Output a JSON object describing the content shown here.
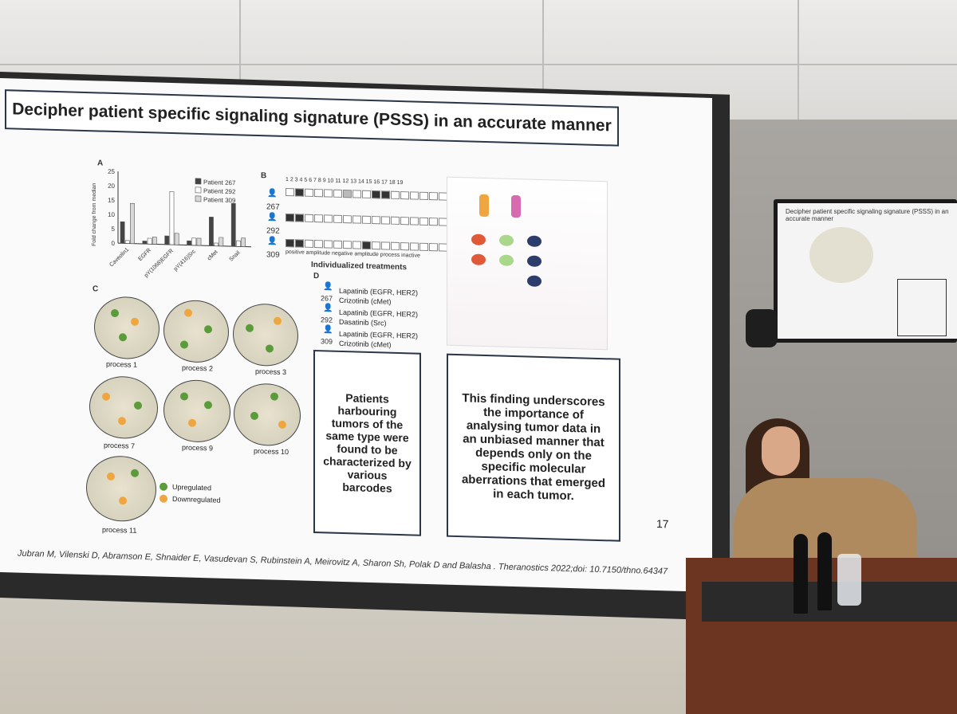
{
  "slide": {
    "title": "Decipher patient specific signaling signature (PSSS) in an accurate manner",
    "panel_a_label": "A",
    "panel_b_label": "B",
    "panel_c_label": "C",
    "panel_d_label": "D",
    "ylabel": "Fold change from median",
    "legend": [
      "Patient 267",
      "Patient 292",
      "Patient 309"
    ],
    "patients": [
      "267",
      "292",
      "309"
    ],
    "columns_label": "1 2 3 4 5 6 7 8 9 10 11 12 13 14 15 16 17 18 19",
    "amplitude_legend": "positive amplitude    negative amplitude    process inactive",
    "individualized_title": "Individualized treatments",
    "treatments": [
      {
        "patient": "267",
        "line1": "Lapatinib (EGFR, HER2)",
        "line2": "Crizotinib (cMet)"
      },
      {
        "patient": "292",
        "line1": "Lapatinib (EGFR, HER2)",
        "line2": "Dasatinib (Src)"
      },
      {
        "patient": "309",
        "line1": "Lapatinib (EGFR, HER2)",
        "line2": "Crizotinib (cMet)"
      }
    ],
    "processes": [
      "process 1",
      "process 2",
      "process 3",
      "process 7",
      "process 9",
      "process 10",
      "process 11"
    ],
    "network_legend": {
      "up": "Upregulated",
      "down": "Downregulated"
    },
    "box_left": "Patients harbouring tumors of the same type were found to be characterized by various barcodes",
    "box_right": "This finding underscores the importance of analysing tumor data in an unbiased manner that depends only on the specific molecular aberrations that emerged in each tumor.",
    "page_number": "17",
    "citation": "Jubran M, Vilenski D, Abramson E, Shnaider E, Vasudevan S, Rubinstein A, Meirovitz A, Sharon Sh, Polak D and Balasha . Theranostics 2022;doi: 10.7150/thno.64347"
  },
  "monitor": {
    "title": "Decipher patient specific signaling signature (PSSS) in an accurate manner"
  },
  "chart_data": {
    "type": "bar",
    "categories": [
      "Caveolin1",
      "EGFR",
      "pY(1068)EGFR",
      "pY(416)Src",
      "cMet",
      "Snail"
    ],
    "series": [
      {
        "name": "Patient 267",
        "values": [
          7.5,
          1,
          3,
          1.5,
          10,
          15
        ]
      },
      {
        "name": "Patient 292",
        "values": [
          1,
          2,
          18.5,
          2.5,
          1,
          2
        ]
      },
      {
        "name": "Patient 309",
        "values": [
          14,
          2.5,
          4,
          2.5,
          3,
          3
        ]
      }
    ],
    "yticks": [
      "0",
      "5",
      "10",
      "15",
      "20",
      "25"
    ],
    "ylim": [
      0,
      25
    ],
    "ylabel": "Fold change from median"
  }
}
